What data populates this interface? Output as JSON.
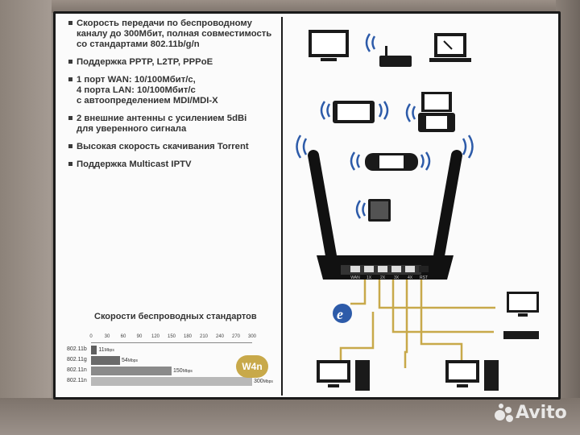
{
  "features": [
    {
      "lines": [
        "Скорость передачи по беспроводному",
        "каналу до 300Мбит, полная совместимость",
        "со стандартами 802.11b/g/n"
      ]
    },
    {
      "lines": [
        "Поддержка PPTP, L2TP, PPPoE"
      ]
    },
    {
      "lines": [
        "1 порт WAN: 10/100Мбит/с,",
        "4 порта LAN: 10/100Мбит/с",
        "с автоопределением MDI/MDI-X"
      ]
    },
    {
      "lines": [
        "2 внешние антенны с усилением 5dBi",
        "для уверенного сигнала"
      ]
    },
    {
      "lines": [
        "Высокая скорость скачивания Torrent"
      ]
    },
    {
      "lines": [
        "Поддержка Multicast IPTV"
      ]
    }
  ],
  "chart_data": {
    "type": "bar",
    "title": "Скорости беспроводных стандартов",
    "orientation": "horizontal",
    "x_ticks": [
      "0",
      "30",
      "60",
      "90",
      "120",
      "150",
      "180",
      "210",
      "240",
      "270",
      "300"
    ],
    "xlim": [
      0,
      300
    ],
    "categories": [
      "802.11b",
      "802.11g",
      "802.11n",
      "802.11n"
    ],
    "values": [
      11,
      54,
      150,
      300
    ],
    "value_labels": [
      "11",
      "54",
      "150",
      "300"
    ],
    "unit": "Mbps",
    "badge": "W4n",
    "colors": [
      "#5f5f5f",
      "#6a6a6a",
      "#8a8a8a",
      "#b8b8b8"
    ]
  },
  "router_ports": [
    "WAN",
    "1X",
    "2X",
    "3X",
    "4X",
    "RST"
  ],
  "watermark": "Avito",
  "colors": {
    "wifi": "#2d5ba9",
    "cable": "#c8a94a",
    "box_border": "#1a1a1a"
  }
}
